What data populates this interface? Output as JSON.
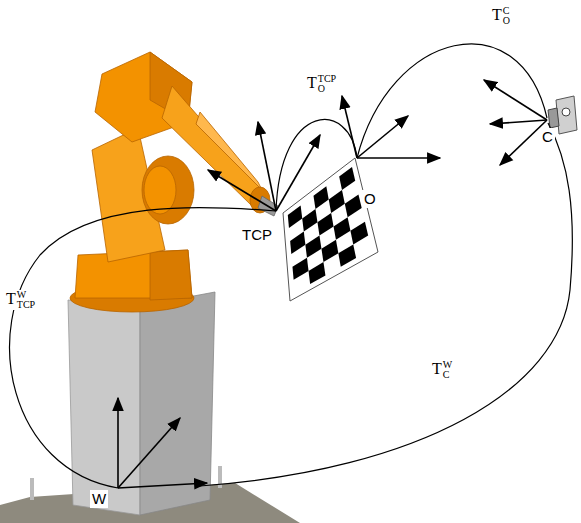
{
  "diagram": {
    "labels": [
      "TCO",
      "TTCPO",
      "TCP",
      "O",
      "C",
      "TWTCP",
      "TWC",
      "W"
    ]
  }
}
